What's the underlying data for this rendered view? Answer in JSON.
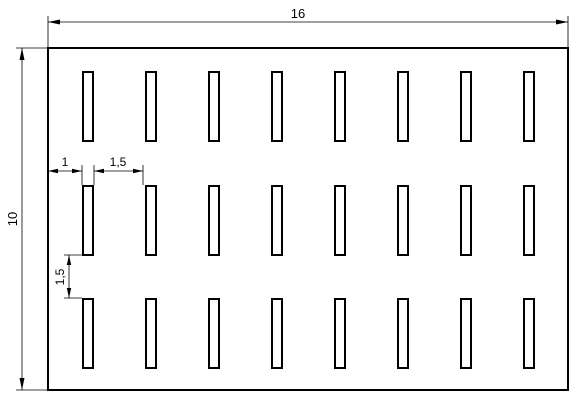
{
  "dimensions": {
    "width_label": "16",
    "height_label": "10",
    "edge_offset_label": "1",
    "slot_spacing_label": "1,5",
    "row_gap_label": "1,5"
  },
  "grid": {
    "columns": 8,
    "rows": 3
  },
  "colors": {
    "line": "#000000",
    "background": "#ffffff"
  }
}
